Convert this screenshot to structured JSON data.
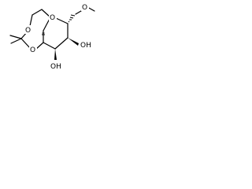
{
  "diagram": {
    "type": "chemical-structure",
    "atoms": {
      "ring_o_left": "O",
      "ring_o_right": "O",
      "acetal_o_top": "O",
      "acetal_o_bottom": "O",
      "oh_right": "OH",
      "oh_bottom": "OH"
    },
    "colors": {
      "bond": "#000000",
      "text": "#000000",
      "background": "#ffffff"
    }
  }
}
